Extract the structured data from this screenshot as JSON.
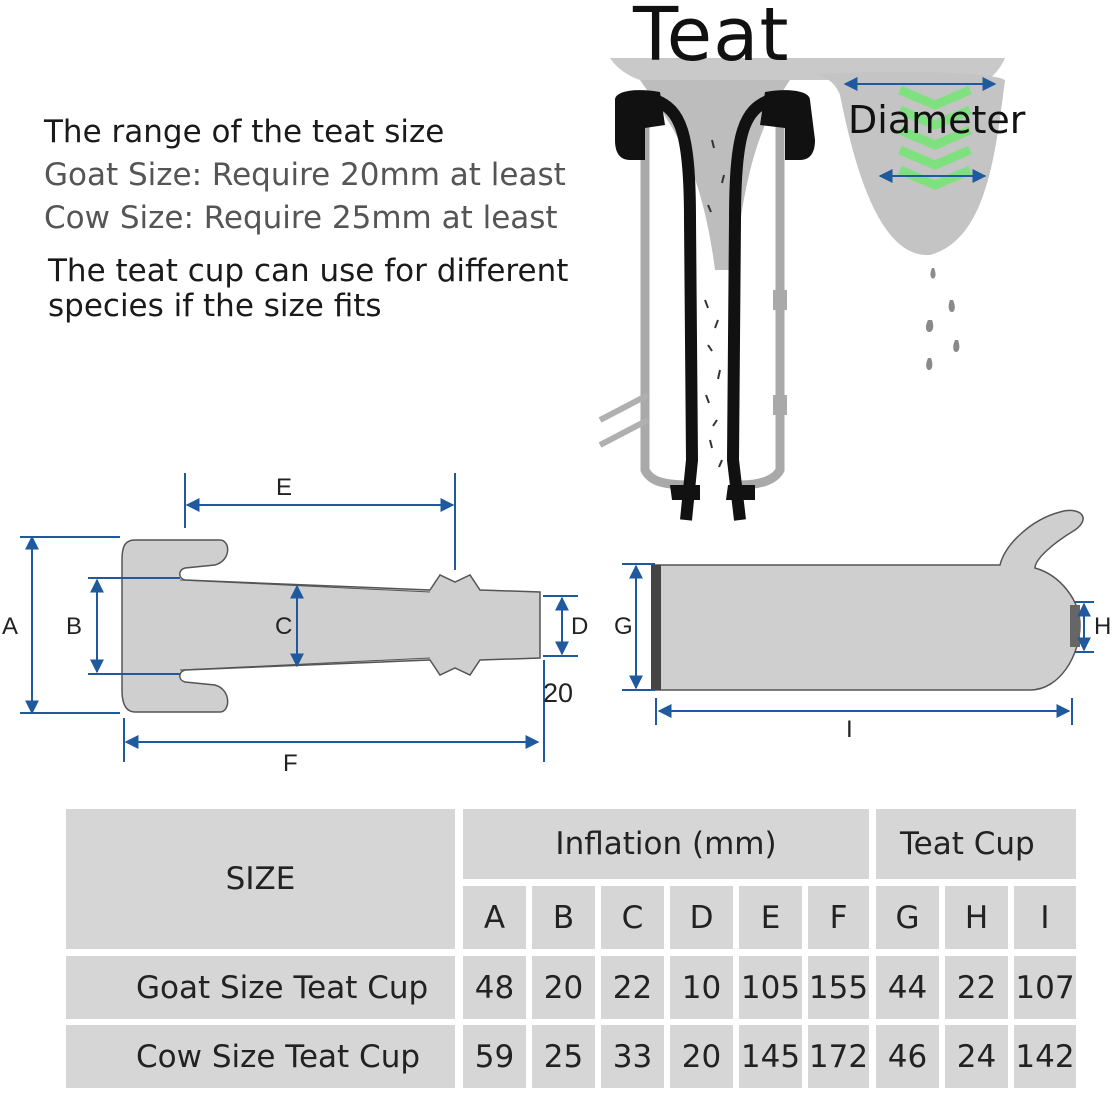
{
  "header": {
    "teat_title": "Teat",
    "diameter_label": "Diameter"
  },
  "intro": {
    "line1": "The range of the teat size",
    "line2": "Goat Size: Require 20mm at least",
    "line3": "Cow Size: Require 25mm at least",
    "line4": "The teat cup can use for different",
    "line5": "species if the size fits"
  },
  "inflation_diagram": {
    "labels": {
      "A": "A",
      "B": "B",
      "C": "C",
      "D": "D",
      "E": "E",
      "F": "F"
    },
    "note": "20"
  },
  "cup_diagram": {
    "labels": {
      "G": "G",
      "H": "H",
      "I": "I"
    }
  },
  "table": {
    "size_header": "SIZE",
    "group_inflation": "Inflation (mm)",
    "group_cup": "Teat Cup",
    "columns": [
      "A",
      "B",
      "C",
      "D",
      "E",
      "F",
      "G",
      "H",
      "I"
    ],
    "rows": [
      {
        "name": "Goat Size Teat Cup",
        "values": [
          "48",
          "20",
          "22",
          "10",
          "105",
          "155",
          "44",
          "22",
          "107"
        ]
      },
      {
        "name": "Cow Size Teat Cup",
        "values": [
          "59",
          "25",
          "33",
          "20",
          "145",
          "172",
          "46",
          "24",
          "142"
        ]
      }
    ]
  },
  "colors": {
    "dimension_arrow": "#1f5a9e",
    "table_cell": "#d6d6d6",
    "arrow_green": "#7ee07e"
  }
}
